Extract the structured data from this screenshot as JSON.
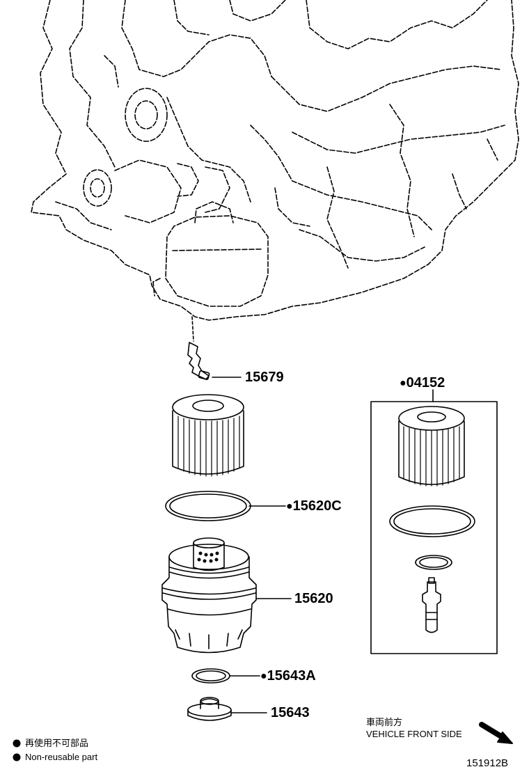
{
  "parts": [
    {
      "number": "15679",
      "non_reusable": false
    },
    {
      "number": "04152",
      "non_reusable": true
    },
    {
      "number": "15620C",
      "non_reusable": true
    },
    {
      "number": "15620",
      "non_reusable": false
    },
    {
      "number": "15643A",
      "non_reusable": true
    },
    {
      "number": "15643",
      "non_reusable": false
    }
  ],
  "legend": {
    "marker": "●",
    "japanese": "再使用不可部品",
    "english": "Non-reusable part"
  },
  "direction": {
    "japanese": "車両前方",
    "english": "VEHICLE FRONT SIDE"
  },
  "figure_id": "151912B"
}
